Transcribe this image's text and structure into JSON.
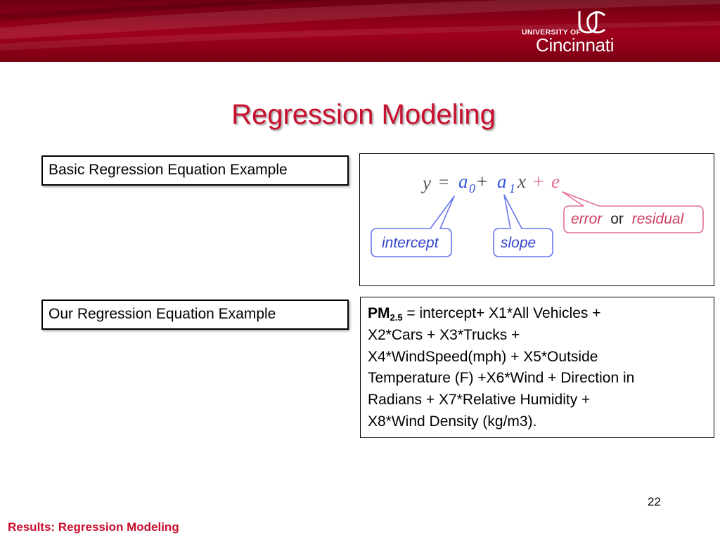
{
  "header": {
    "university_prefix": "UNIVERSITY OF",
    "university_name": "Cincinnati",
    "colors": {
      "banner": "#a0001c",
      "accent": "#c8102e"
    }
  },
  "slide": {
    "title": "Regression Modeling",
    "basic_label": "Basic Regression Equation Example",
    "our_label": "Our Regression Equation Example",
    "basic_equation": {
      "y": "y",
      "equals": "=",
      "a": "a",
      "sub0": "0",
      "plus1": "+",
      "sub1": "1",
      "x": "x",
      "plus2": "+",
      "e": "e",
      "callouts": {
        "intercept": "intercept",
        "slope": "slope",
        "error": "error",
        "or": "or",
        "residual": "residual"
      }
    },
    "our_equation": {
      "pm": "PM",
      "pm_sub": "2.5",
      "line1": " = intercept+ X1*All Vehicles +",
      "line2": "X2*Cars + X3*Trucks  +",
      "line3": "X4*WindSpeed(mph)  + X5*Outside",
      "line4": "Temperature (F)  +X6*Wind + Direction in",
      "line5": "Radians + X7*Relative Humidity +",
      "line6": "X8*Wind Density (kg/m3)."
    },
    "page_number": "22",
    "footer": "Results: Regression Modeling"
  }
}
